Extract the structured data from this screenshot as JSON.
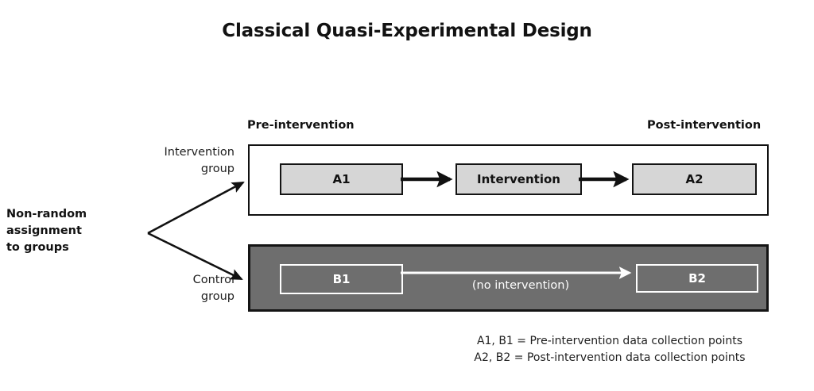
{
  "title": "Classical Quasi-Experimental Design",
  "colors": {
    "background": "#ffffff",
    "text": "#1a1a1a",
    "node_light_fill": "#d6d6d6",
    "node_border": "#141414",
    "control_row_fill": "#6e6e6e",
    "control_row_border": "#141414",
    "outline_node_border": "#ffffff",
    "arrow_dark": "#111111",
    "arrow_light": "#ffffff"
  },
  "headers": {
    "pre": "Pre-intervention",
    "post": "Post-intervention"
  },
  "source": {
    "label": "Non-random\nassignment\nto groups",
    "line1": "Non-random",
    "line2": "assignment",
    "line3": "to groups"
  },
  "groups": {
    "intervention": {
      "label_line1": "Intervention",
      "label_line2": "group",
      "nodes": {
        "pre": "A1",
        "middle": "Intervention",
        "post": "A2"
      }
    },
    "control": {
      "label_line1": "Control",
      "label_line2": "group",
      "caption": "(no intervention)",
      "nodes": {
        "pre": "B1",
        "post": "B2"
      }
    }
  },
  "legend": {
    "line1": "A1, B1 = Pre-intervention data collection points",
    "line2": "A2, B2 = Post-intervention data collection points"
  }
}
